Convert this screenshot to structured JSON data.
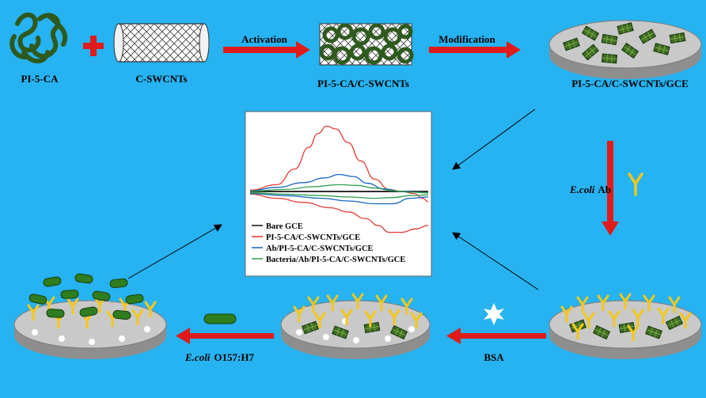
{
  "labels": {
    "pi5ca": "PI-5-CA",
    "cswcnts": "C-SWCNTs",
    "composite": "PI-5-CA/C-SWCNTs",
    "electrode": "PI-5-CA/C-SWCNTs/GCE",
    "activation": "Activation",
    "modification": "Modification",
    "ecoli_ab_species": "E.coli",
    "ecoli_ab_suffix": "Ab",
    "bsa": "BSA",
    "ecoli_strain_species": "E.coli",
    "ecoli_strain_suffix": "O157:H7"
  },
  "colors": {
    "background": "#27b3f1",
    "arrow": "#e01b1b",
    "polymer": "#2e5a1e",
    "antibody": "#f2c81b",
    "electrode": "#a9a9a9"
  },
  "chart_data": {
    "type": "line",
    "title": "",
    "xlabel": "",
    "ylabel": "",
    "legend_position": "bottom-left",
    "series": [
      {
        "name": "Bare GCE",
        "color": "#111111",
        "forward": [
          [
            0,
            0
          ],
          [
            1,
            0
          ]
        ],
        "reverse": [
          [
            0,
            0
          ],
          [
            1,
            0
          ]
        ]
      },
      {
        "name": "PI-5-CA/C-SWCNTs/GCE",
        "color": "#e53935",
        "forward": [
          [
            0,
            0.02
          ],
          [
            0.15,
            0.1
          ],
          [
            0.25,
            0.33
          ],
          [
            0.33,
            0.65
          ],
          [
            0.38,
            0.85
          ],
          [
            0.43,
            0.96
          ],
          [
            0.48,
            0.92
          ],
          [
            0.55,
            0.72
          ],
          [
            0.62,
            0.45
          ],
          [
            0.7,
            0.18
          ],
          [
            0.78,
            0.03
          ],
          [
            0.85,
            0.0
          ],
          [
            0.92,
            -0.03
          ],
          [
            0.97,
            -0.1
          ],
          [
            1,
            -0.15
          ]
        ],
        "reverse": [
          [
            0,
            -0.04
          ],
          [
            0.15,
            -0.1
          ],
          [
            0.3,
            -0.16
          ],
          [
            0.45,
            -0.24
          ],
          [
            0.55,
            -0.3
          ],
          [
            0.65,
            -0.4
          ],
          [
            0.72,
            -0.5
          ],
          [
            0.78,
            -0.6
          ],
          [
            0.85,
            -0.6
          ],
          [
            0.93,
            -0.55
          ],
          [
            1,
            -0.5
          ]
        ]
      },
      {
        "name": "Ab/PI-5-CA/C-SWCNTs/GCE",
        "color": "#1565c0",
        "forward": [
          [
            0,
            0.01
          ],
          [
            0.15,
            0.06
          ],
          [
            0.3,
            0.13
          ],
          [
            0.42,
            0.2
          ],
          [
            0.5,
            0.25
          ],
          [
            0.58,
            0.22
          ],
          [
            0.66,
            0.12
          ],
          [
            0.75,
            0.04
          ],
          [
            0.85,
            0.0
          ],
          [
            0.95,
            -0.01
          ],
          [
            1,
            -0.02
          ]
        ],
        "reverse": [
          [
            0,
            -0.03
          ],
          [
            0.2,
            -0.06
          ],
          [
            0.4,
            -0.1
          ],
          [
            0.55,
            -0.14
          ],
          [
            0.7,
            -0.18
          ],
          [
            0.8,
            -0.18
          ],
          [
            0.9,
            -0.1
          ],
          [
            1,
            -0.08
          ]
        ]
      },
      {
        "name": "Bacteria/Ab/PI-5-CA/C-SWCNTs/GCE",
        "color": "#2e9e4f",
        "forward": [
          [
            0,
            0.005
          ],
          [
            0.2,
            0.03
          ],
          [
            0.35,
            0.07
          ],
          [
            0.5,
            0.1
          ],
          [
            0.6,
            0.09
          ],
          [
            0.7,
            0.05
          ],
          [
            0.8,
            0.01
          ],
          [
            0.9,
            -0.01
          ],
          [
            1,
            -0.02
          ]
        ],
        "reverse": [
          [
            0,
            -0.02
          ],
          [
            0.2,
            -0.04
          ],
          [
            0.4,
            -0.06
          ],
          [
            0.55,
            -0.08
          ],
          [
            0.7,
            -0.1
          ],
          [
            0.8,
            -0.09
          ],
          [
            0.9,
            -0.06
          ],
          [
            1,
            -0.05
          ]
        ]
      }
    ]
  }
}
